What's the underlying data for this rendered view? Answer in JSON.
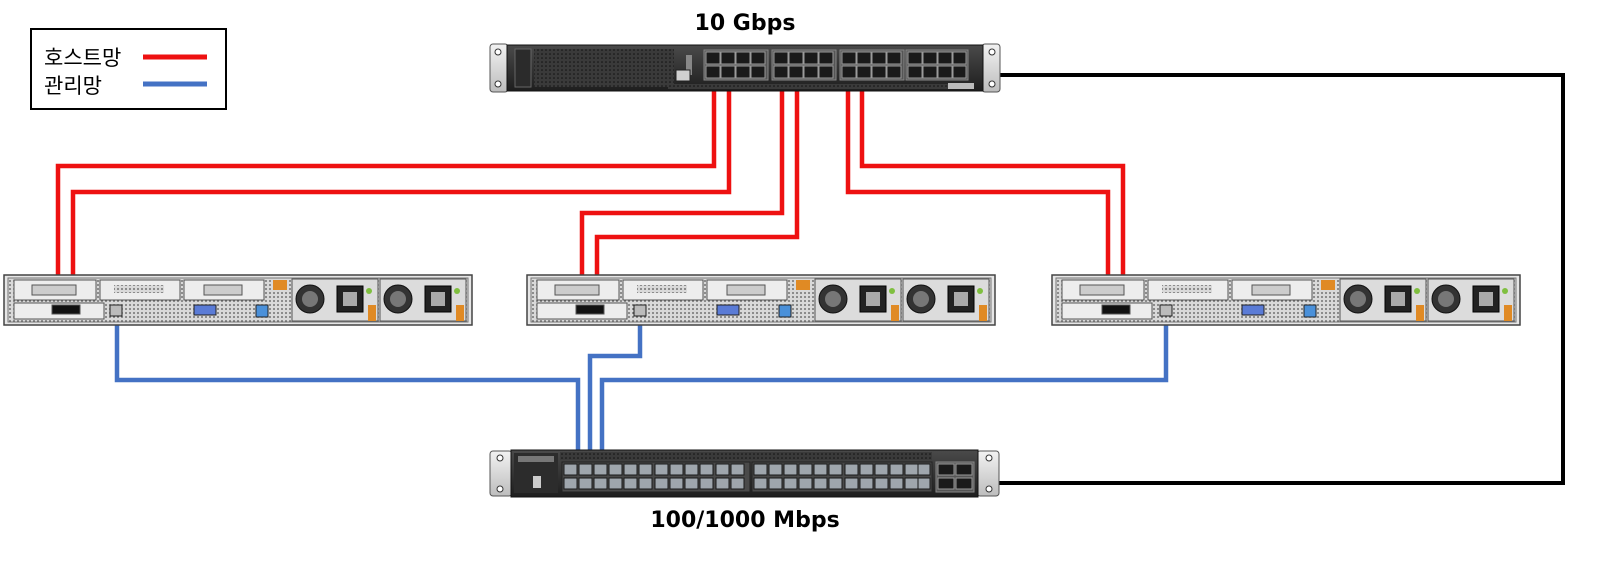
{
  "legend": {
    "host_label": "호스트망",
    "host_color": "#ee1111",
    "mgmt_label": "관리망",
    "mgmt_color": "#4472c4"
  },
  "top_switch": {
    "speed_label": "10 Gbps",
    "icon": "10gbe-sfp-switch"
  },
  "bottom_switch": {
    "speed_label": "100/1000 Mbps",
    "icon": "1gbe-rj45-switch"
  },
  "servers": [
    {
      "icon": "rack-server"
    },
    {
      "icon": "rack-server"
    },
    {
      "icon": "rack-server"
    }
  ],
  "uplink_color": "#000000"
}
